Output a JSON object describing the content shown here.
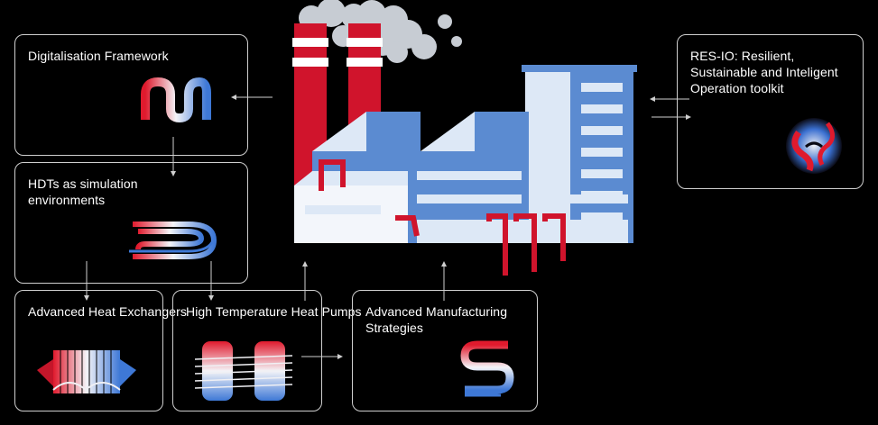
{
  "nodes": {
    "digitalisation": "Digitalisation Framework",
    "hdt": "HDTs as simulation environments",
    "heat_exchangers": "Advanced Heat Exchangers",
    "heat_pumps": "High Temperature Heat Pumps",
    "manufacturing": "Advanced Manufacturing Strategies",
    "resio": "RES-IO: Resilient, Sustainable and Inteligent Operation toolkit"
  },
  "colors": {
    "red": "#d0142c",
    "blue": "#5b8bd1",
    "light_blue": "#dde8f6",
    "background": "#000000",
    "border": "#cfcfcf"
  }
}
